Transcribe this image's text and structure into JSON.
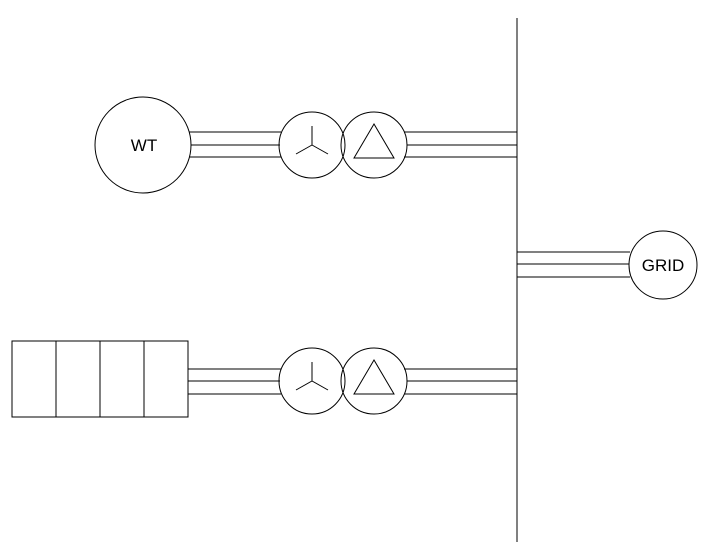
{
  "diagram": {
    "wind_turbine": {
      "label": "WT"
    },
    "grid": {
      "label": "GRID"
    },
    "battery": {
      "cells": 4
    },
    "transformers": [
      {
        "primary": "wye",
        "secondary": "delta"
      },
      {
        "primary": "wye",
        "secondary": "delta"
      }
    ],
    "bus": {}
  }
}
